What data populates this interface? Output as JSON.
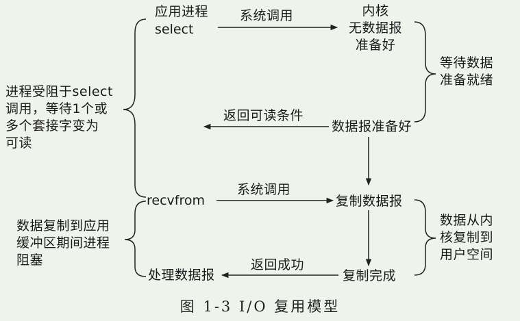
{
  "app": {
    "process_label": "应用进程",
    "select_call": "select",
    "recvfrom_call": "recvfrom",
    "process_data": "处理数据报"
  },
  "kernel": {
    "title": "内核",
    "no_data_line1": "无数据报",
    "no_data_line2": "准备好",
    "data_ready": "数据报准备好",
    "copy_data": "复制数据报",
    "copy_done": "复制完成"
  },
  "arrows": {
    "syscall_1": "系统调用",
    "return_readable": "返回可读条件",
    "syscall_2": "系统调用",
    "return_success": "返回成功"
  },
  "left_notes": {
    "blocked_select": [
      "进程受阻于select",
      "调用，等待1个或",
      "多个套接字变为",
      "可读"
    ],
    "blocked_copy": [
      "数据复制到应用",
      "缓冲区期间进程",
      "阻塞"
    ]
  },
  "right_notes": {
    "wait_data": [
      "等待数据",
      "准备就绪"
    ],
    "copy_kernel_user": [
      "数据从内",
      "核复制到",
      "用户空间"
    ]
  },
  "caption": "图 1-3    I/O 复用模型"
}
